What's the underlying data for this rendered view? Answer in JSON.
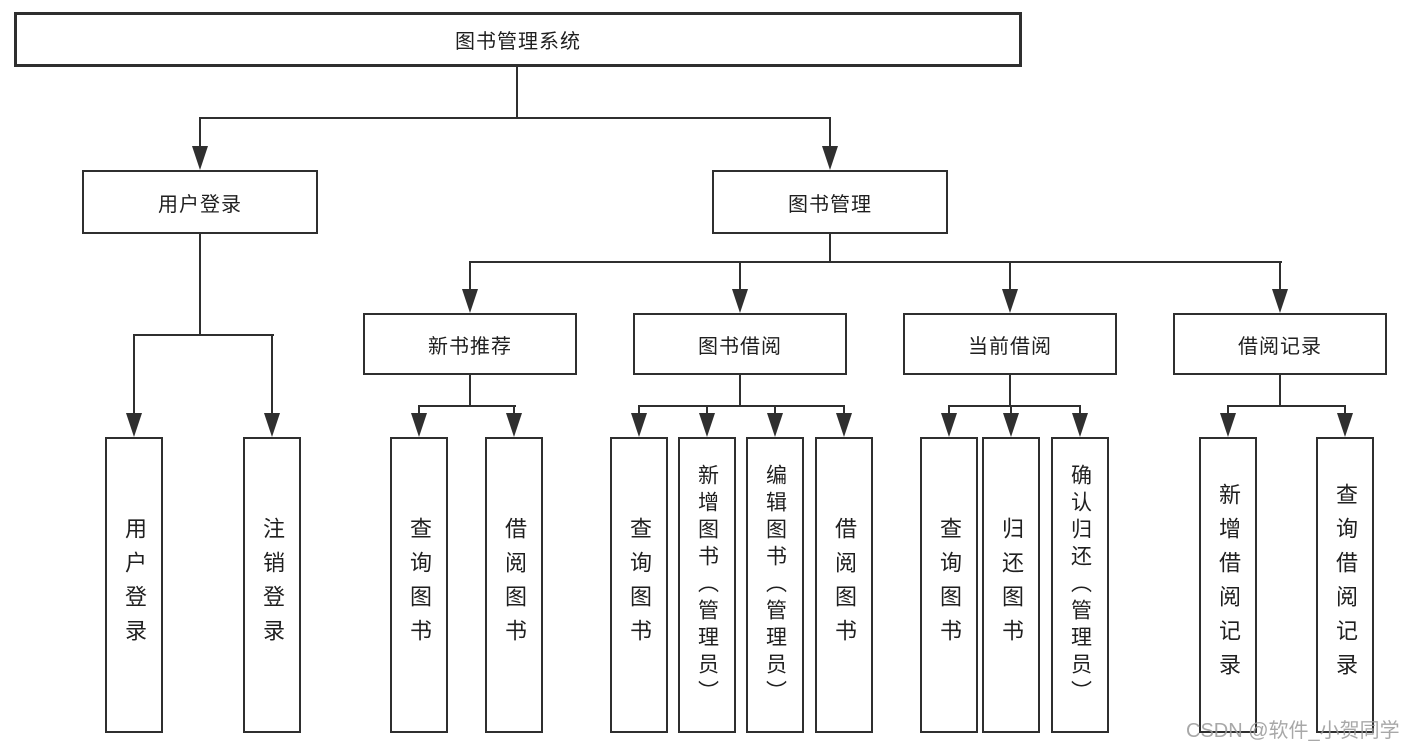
{
  "diagram_title": "图书管理系统",
  "watermark": "CSDN @软件_小贺同学",
  "colors": {
    "line": "#2f2f2f",
    "text": "#1f1f1f",
    "background": "#ffffff",
    "watermark": "#9a9a9a"
  },
  "tree": {
    "root": {
      "label": "图书管理系统",
      "children": [
        {
          "label": "用户登录",
          "children": [
            {
              "label": "用户登录"
            },
            {
              "label": "注销登录"
            }
          ]
        },
        {
          "label": "图书管理",
          "children": [
            {
              "label": "新书推荐",
              "children": [
                {
                  "label": "查询图书"
                },
                {
                  "label": "借阅图书"
                }
              ]
            },
            {
              "label": "图书借阅",
              "children": [
                {
                  "label": "查询图书"
                },
                {
                  "label": "新增图书（管理员）"
                },
                {
                  "label": "编辑图书（管理员）"
                },
                {
                  "label": "借阅图书"
                }
              ]
            },
            {
              "label": "当前借阅",
              "children": [
                {
                  "label": "查询图书"
                },
                {
                  "label": "归还图书"
                },
                {
                  "label": "确认归还（管理员）"
                }
              ]
            },
            {
              "label": "借阅记录",
              "children": [
                {
                  "label": "新增借阅记录"
                },
                {
                  "label": "查询借阅记录"
                }
              ]
            }
          ]
        }
      ]
    }
  }
}
